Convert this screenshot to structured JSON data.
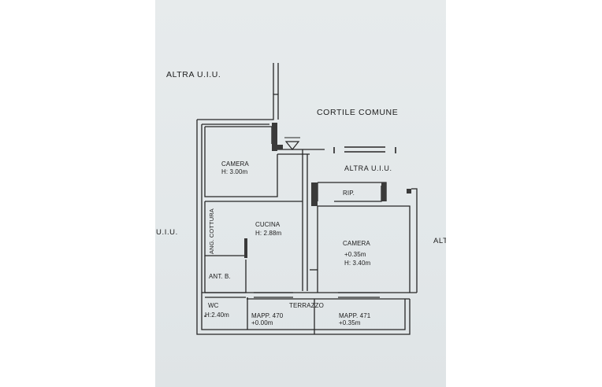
{
  "plan": {
    "labels": {
      "altra_uiu_top_left": "ALTRA U.I.U.",
      "cortile_comune": "CORTILE COMUNE",
      "altra_uiu_middle": "ALTRA U.I.U.",
      "uiu_left": "U.I.U.",
      "altra_right": "ALT"
    },
    "rooms": {
      "camera_1": {
        "name": "CAMERA",
        "height": "H: 3.00m"
      },
      "cucina": {
        "name": "CUCINA",
        "height": "H: 2.88m"
      },
      "angolo_cottura": {
        "name": "ANG. COTTURA"
      },
      "rip": {
        "name": "RIP."
      },
      "camera_2": {
        "name": "CAMERA",
        "level": "+0.35m",
        "height": "H: 3.40m"
      },
      "ant_b": {
        "name": "ANT. B."
      },
      "wc": {
        "name": "WC",
        "height": "H:2.40m"
      },
      "terrazzo": {
        "name": "TERRAZZO"
      },
      "mapp_470": {
        "name": "MAPP. 470",
        "level": "+0.00m"
      },
      "mapp_471": {
        "name": "MAPP. 471",
        "level": "+0.35m"
      }
    }
  }
}
